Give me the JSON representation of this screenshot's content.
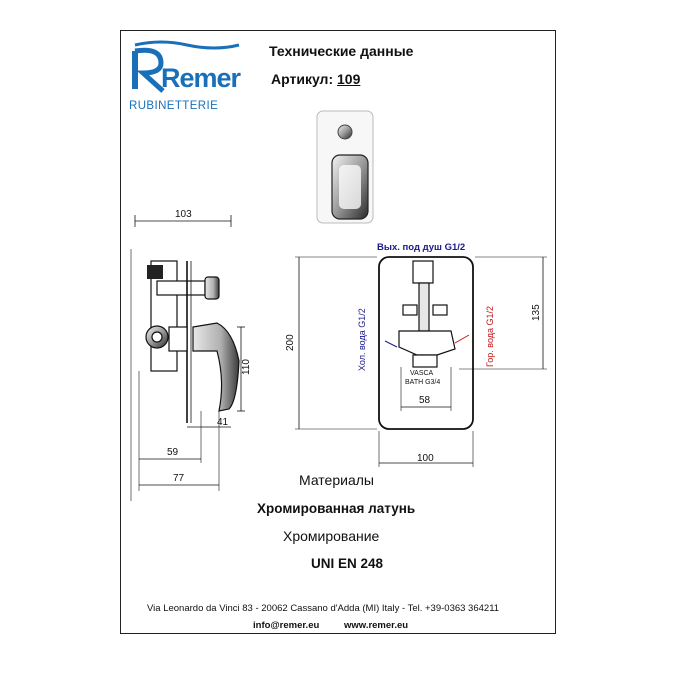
{
  "brand": {
    "wordmark": "Remer",
    "subtitle": "RUBINETTERIE",
    "color": "#1a70b8"
  },
  "header": {
    "title": "Технические данные",
    "article_label": "Артикул:",
    "article_value": "109"
  },
  "drawing": {
    "dimensions": {
      "d103": "103",
      "d110": "110",
      "d41": "41",
      "d59": "59",
      "d77": "77",
      "d200": "200",
      "d135": "135",
      "d58": "58",
      "d100": "100"
    },
    "labels": {
      "shower_outlet": "Вых. под душ G1/2",
      "cold_water": "Хол. вода G1/2",
      "hot_water": "Гор. вода G1/2",
      "bath_line1": "VASCA",
      "bath_line2": "BATH G3/4"
    },
    "colors": {
      "cold": "#1a1a8a",
      "hot": "#c01818"
    }
  },
  "specs": {
    "materials_label": "Материалы",
    "material": "Хромированная латунь",
    "finish": "Хромирование",
    "standard": "UNI EN 248"
  },
  "footer": {
    "address": "Via Leonardo da Vinci 83 - 20062 Cassano d'Adda (MI) Italy - Tel. +39-0363 364211",
    "email": "info@remer.eu",
    "website": "www.remer.eu"
  }
}
